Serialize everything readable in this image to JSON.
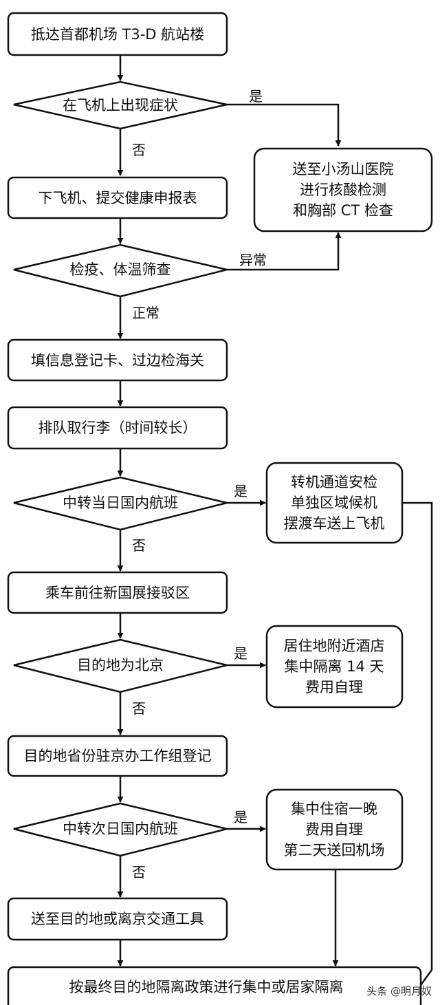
{
  "nodes": {
    "arrive": "抵达首都机场 T3-D 航站楼",
    "symptom_check": "在飞机上出现症状",
    "hospital": [
      "送至小汤山医院",
      "进行核酸检测",
      "和胸部 CT 检查"
    ],
    "deplane": "下飞机、提交健康申报表",
    "quarantine_check": "检疫、体温筛查",
    "fill_card": "填信息登记卡、过边检海关",
    "baggage": "排队取行李（时间较长）",
    "transfer_today": "中转当日国内航班",
    "transfer_channel": [
      "转机通道安检",
      "单独区域候机",
      "摆渡车送上飞机"
    ],
    "bus_to_hub": "乘车前往新国展接驳区",
    "dest_beijing": "目的地为北京",
    "hotel_quarantine": [
      "居住地附近酒店",
      "集中隔离 14 天",
      "费用自理"
    ],
    "province_register": "目的地省份驻京办工作组登记",
    "transfer_next_day": "中转次日国内航班",
    "overnight": [
      "集中住宿一晚",
      "费用自理",
      "第二天送回机场"
    ],
    "send_to_transport": "送至目的地或离京交通工具",
    "final_policy": "按最终目的地隔离政策进行集中或居家隔离"
  },
  "edge_labels": {
    "yes": "是",
    "no": "否",
    "abnormal": "异常",
    "normal": "正常"
  },
  "watermark": "头条 @明月奴"
}
